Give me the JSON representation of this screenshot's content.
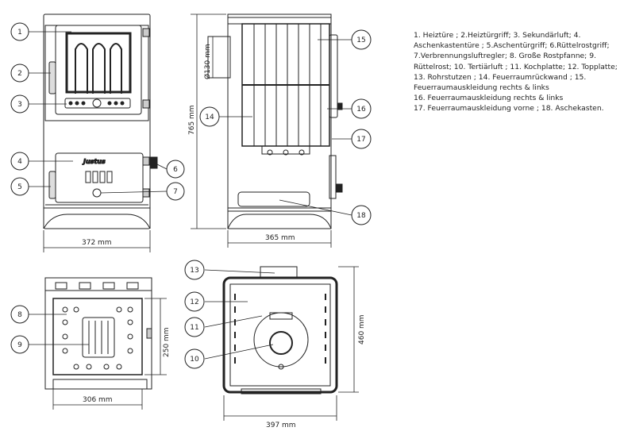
{
  "legend": {
    "lines": [
      "1. Heiztüre ; 2.Heiztürgriff; 3. Sekundärluft; 4.",
      "Aschenkastentüre ; 5.Aschentürgriff; 6.Rüttelrostgriff;",
      "7.Verbrennungsluftregler; 8. Große Rostpfanne; 9.",
      "Rüttelrost; 10. Tertiärluft ; 11. Kochplatte; 12. Topplatte;",
      "13. Rohrstutzen ; 14. Feuerraumrückwand ; 15.",
      "Feuerraumauskleidung rechts & links",
      "16. Feuerraumauskleidung rechts & links",
      "17. Feuerraumauskleidung vorne ; 18. Aschekasten."
    ]
  },
  "dimensions": {
    "front_width": "372 mm",
    "side_width": "365 mm",
    "height": "765 mm",
    "flue_diameter": "Ø130 mm",
    "grate_depth": "250 mm",
    "grate_width": "306 mm",
    "top_depth": "460 mm",
    "top_width": "397 mm"
  },
  "brand": "Justus",
  "callouts": [
    "1",
    "2",
    "3",
    "4",
    "5",
    "6",
    "7",
    "8",
    "9",
    "10",
    "11",
    "12",
    "13",
    "14",
    "15",
    "16",
    "17",
    "18"
  ]
}
